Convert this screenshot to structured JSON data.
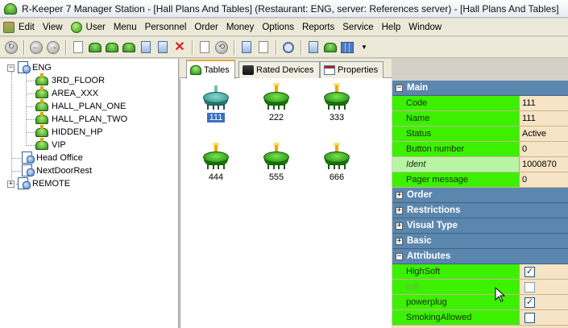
{
  "window": {
    "title": "R-Keeper 7 Manager Station - [Hall Plans And Tables] (Restaurant: ENG, server: References server) - [Hall Plans And Tables]"
  },
  "menu": [
    "Edit",
    "View",
    "User",
    "Menu",
    "Personnel",
    "Order",
    "Money",
    "Options",
    "Reports",
    "Service",
    "Help",
    "Window"
  ],
  "tree": {
    "root": "ENG",
    "halls": [
      "3RD_FLOOR",
      "AREA_XXX",
      "HALL_PLAN_ONE",
      "HALL_PLAN_TWO",
      "HIDDEN_HP",
      "VIP"
    ],
    "others": [
      "Head Office",
      "NextDoorRest",
      "REMOTE"
    ]
  },
  "tabs": [
    "Tables",
    "Rated Devices",
    "Properties"
  ],
  "tables": [
    {
      "label": "111",
      "selected": true
    },
    {
      "label": "222",
      "selected": false
    },
    {
      "label": "333",
      "selected": false
    },
    {
      "label": "444",
      "selected": false
    },
    {
      "label": "555",
      "selected": false
    },
    {
      "label": "666",
      "selected": false
    }
  ],
  "properties": {
    "main": {
      "title": "Main",
      "rows": [
        {
          "name": "Code",
          "value": "111"
        },
        {
          "name": "Name",
          "value": "111"
        },
        {
          "name": "Status",
          "value": "Active"
        },
        {
          "name": "Button number",
          "value": "0"
        },
        {
          "name": "Ident",
          "value": "1000870"
        },
        {
          "name": "Pager message",
          "value": "0"
        }
      ]
    },
    "collapsed_sections": [
      "Order",
      "Restrictions",
      "Visual Type",
      "Basic"
    ],
    "attributes": {
      "title": "Attributes",
      "rows": [
        {
          "name": "HighSoft",
          "checked": true
        },
        {
          "name": "wifi",
          "checked": false
        },
        {
          "name": "powerplug",
          "checked": true
        },
        {
          "name": "SmokingAllowed",
          "checked": false
        }
      ]
    }
  },
  "colors": {
    "property_name_bg": "#3cf000",
    "section_header_bg": "#5b86ad",
    "value_bg": "#f7e4c6",
    "selection": "#3a6fc4"
  },
  "icons": {
    "check": "✓",
    "plus": "+",
    "minus": "−"
  }
}
